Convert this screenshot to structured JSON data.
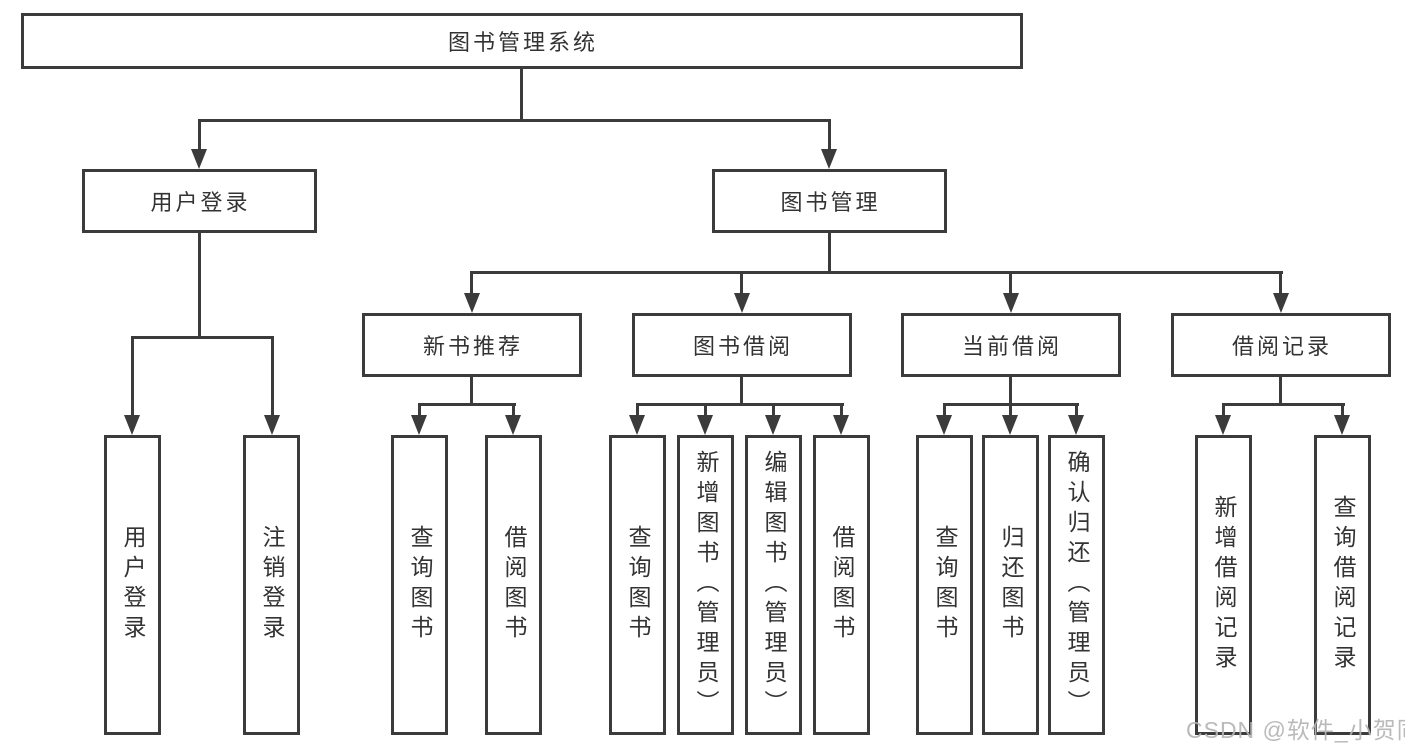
{
  "diagram": {
    "title": "图书管理系统",
    "level2": [
      {
        "id": "user-login",
        "label": "用户登录"
      },
      {
        "id": "book-management",
        "label": "图书管理"
      }
    ],
    "level3": [
      {
        "id": "new-book-recommend",
        "label": "新书推荐",
        "parent": "图书管理"
      },
      {
        "id": "book-borrowing",
        "label": "图书借阅",
        "parent": "图书管理"
      },
      {
        "id": "current-borrowing",
        "label": "当前借阅",
        "parent": "图书管理"
      },
      {
        "id": "borrowing-records",
        "label": "借阅记录",
        "parent": "图书管理"
      }
    ],
    "leaves": [
      {
        "parent": "用户登录",
        "label": "用户登录"
      },
      {
        "parent": "用户登录",
        "label": "注销登录"
      },
      {
        "parent": "新书推荐",
        "label": "查询图书"
      },
      {
        "parent": "新书推荐",
        "label": "借阅图书"
      },
      {
        "parent": "图书借阅",
        "label": "查询图书"
      },
      {
        "parent": "图书借阅",
        "label": "新增图书（管理员）"
      },
      {
        "parent": "图书借阅",
        "label": "编辑图书（管理员）"
      },
      {
        "parent": "图书借阅",
        "label": "借阅图书"
      },
      {
        "parent": "当前借阅",
        "label": "查询图书"
      },
      {
        "parent": "当前借阅",
        "label": "归还图书"
      },
      {
        "parent": "当前借阅",
        "label": "确认归还（管理员）"
      },
      {
        "parent": "借阅记录",
        "label": "新增借阅记录"
      },
      {
        "parent": "借阅记录",
        "label": "查询借阅记录"
      }
    ]
  },
  "watermark": "CSDN @软件_小贺同学",
  "colors": {
    "line": "#3b3b3b",
    "text": "#333333",
    "watermark": "#b4b4b4",
    "background": "#ffffff"
  }
}
